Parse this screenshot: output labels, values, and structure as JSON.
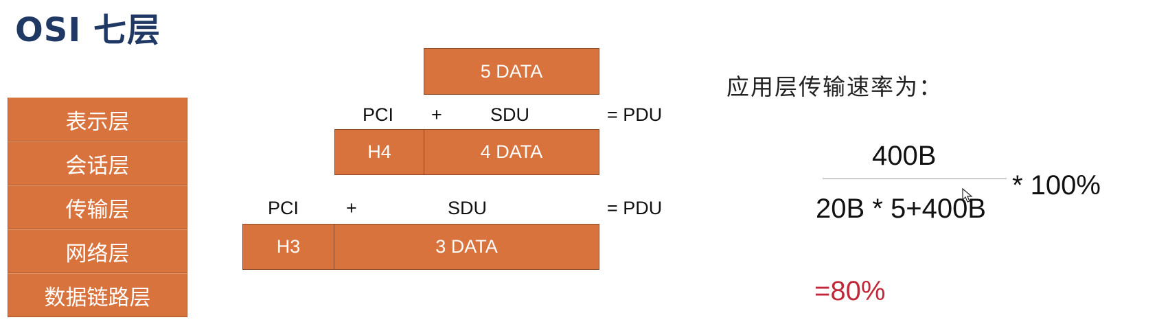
{
  "slide": {
    "title": "OSI  七层"
  },
  "layers": [
    {
      "label": "表示层"
    },
    {
      "label": "会话层"
    },
    {
      "label": "传输层"
    },
    {
      "label": "网络层"
    },
    {
      "label": "数据链路层"
    }
  ],
  "encapsulation": {
    "row5": {
      "data": "5 DATA"
    },
    "row4": {
      "pci": "PCI",
      "plus": "+",
      "sdu": "SDU",
      "pdu": "= PDU",
      "header": "H4",
      "data": "4 DATA"
    },
    "row3": {
      "pci": "PCI",
      "plus": "+",
      "sdu": "SDU",
      "pdu": "= PDU",
      "header": "H3",
      "data": "3 DATA"
    }
  },
  "formula": {
    "heading": "应用层传输速率为：",
    "numerator": "400B",
    "denominator": "20B * 5+400B",
    "multiplier": "* 100%",
    "result": "=80%",
    "result_color": "#c0283a"
  },
  "colors": {
    "box_fill": "#d9733d",
    "title": "#1f3864"
  }
}
